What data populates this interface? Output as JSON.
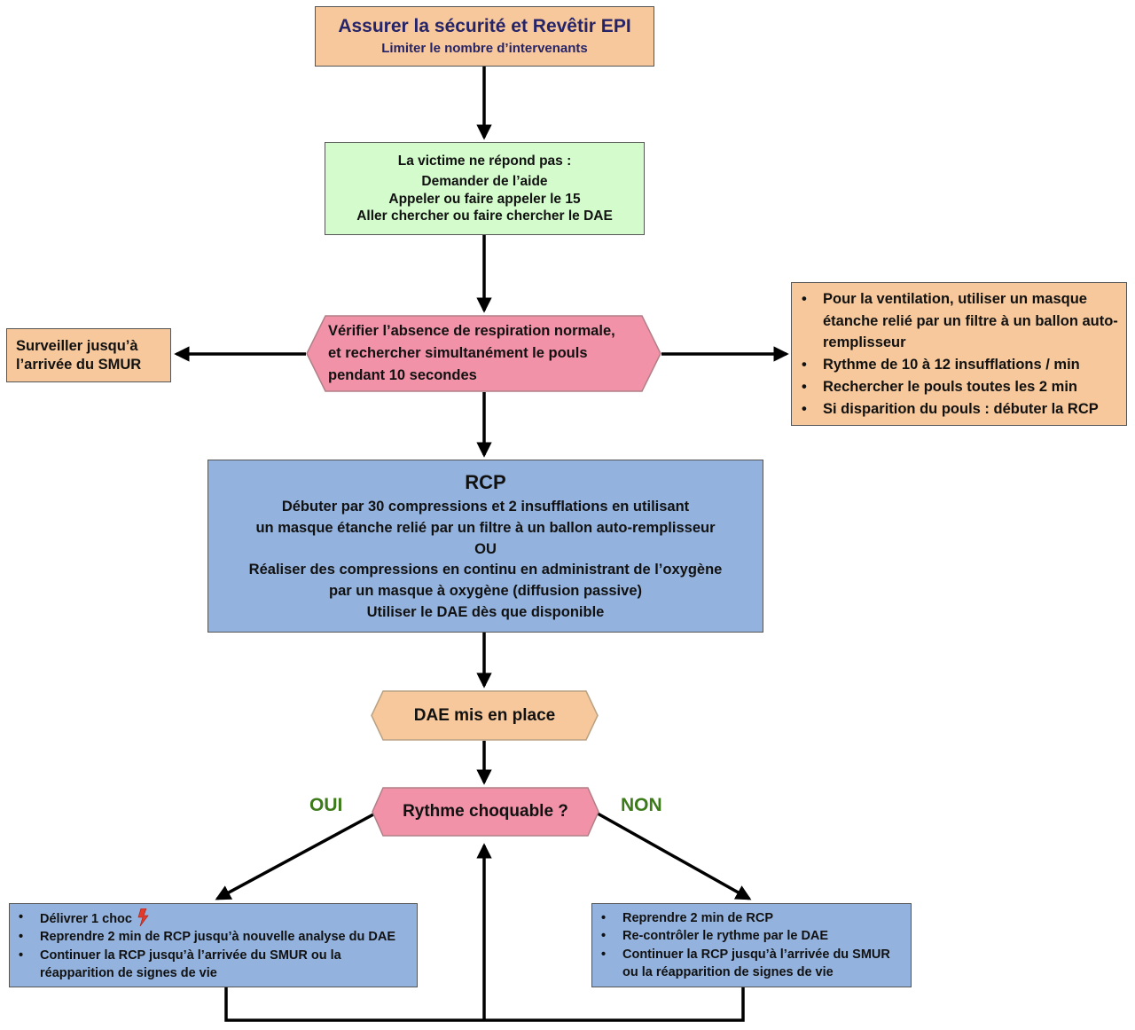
{
  "colors": {
    "orange": "#f6c89b",
    "green": "#d3fbcc",
    "blue": "#93b3de",
    "pink": "#f292a8",
    "title_text": "#262469",
    "branch_label": "#3c7a1a",
    "arrow": "#000000"
  },
  "safety": {
    "title": "Assurer la sécurité et Revêtir EPI",
    "subtitle": "Limiter le nombre d’intervenants"
  },
  "no_response": {
    "heading": "La victime ne répond pas :",
    "lines": [
      "Demander de l’aide",
      "Appeler ou faire appeler le 15",
      "Aller chercher ou faire chercher le DAE"
    ]
  },
  "check": {
    "lines": [
      "Vérifier l’absence de respiration normale,",
      "et rechercher simultanément le pouls",
      "pendant 10 secondes"
    ]
  },
  "monitor": {
    "lines": [
      "Surveiller jusqu’à",
      "l’arrivée du SMUR"
    ]
  },
  "ventilation": {
    "items": [
      "Pour la ventilation, utiliser un masque étanche relié par un filtre à un ballon auto-remplisseur",
      "Rythme de 10 à 12 insufflations / min",
      "Rechercher le pouls toutes les 2 min",
      "Si disparition du pouls : débuter la RCP"
    ]
  },
  "rcp": {
    "title": "RCP",
    "lines": [
      "Débuter par 30 compressions et 2 insufflations en utilisant",
      "un masque étanche relié par un filtre à un ballon auto-remplisseur",
      "OU",
      "Réaliser des compressions en continu en administrant de l’oxygène",
      "par un masque à oxygène (diffusion passive)",
      "Utiliser le DAE dès que disponible"
    ]
  },
  "dae": {
    "label": "DAE mis en place"
  },
  "rhythm": {
    "label": "Rythme choquable ?",
    "yes_label": "OUI",
    "no_label": "NON"
  },
  "shock": {
    "items": [
      "Délivrer 1 choc",
      "Reprendre 2 min de RCP jusqu’à nouvelle analyse du DAE",
      "Continuer la RCP jusqu’à l’arrivée du SMUR ou la réapparition de signes de vie"
    ],
    "icon": "lightning-icon"
  },
  "no_shock": {
    "items": [
      "Reprendre 2 min de RCP",
      "Re-contrôler le rythme par le DAE",
      "Continuer la RCP jusqu’à l’arrivée du SMUR ou la réapparition de signes de vie"
    ]
  }
}
